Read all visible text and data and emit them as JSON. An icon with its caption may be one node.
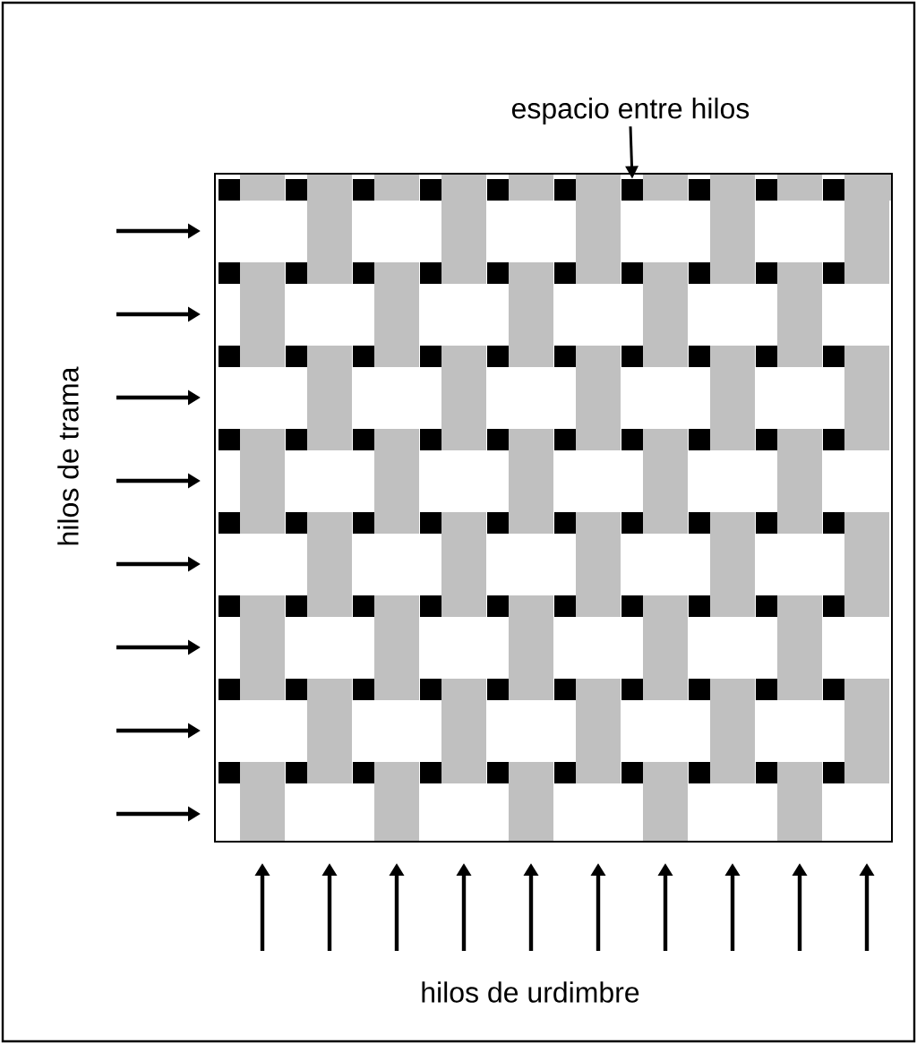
{
  "diagram": {
    "nodes": [
      {
        "text": [
          "espacio entre hilos"
        ]
      },
      {
        "text": [],
        "shape": "box"
      }
    ],
    "edges": [
      {
        "from": 0,
        "to": 1,
        "arrow": "to"
      }
    ],
    "labels": [
      "hilos de trama",
      "hilos de urdimbre"
    ]
  }
}
